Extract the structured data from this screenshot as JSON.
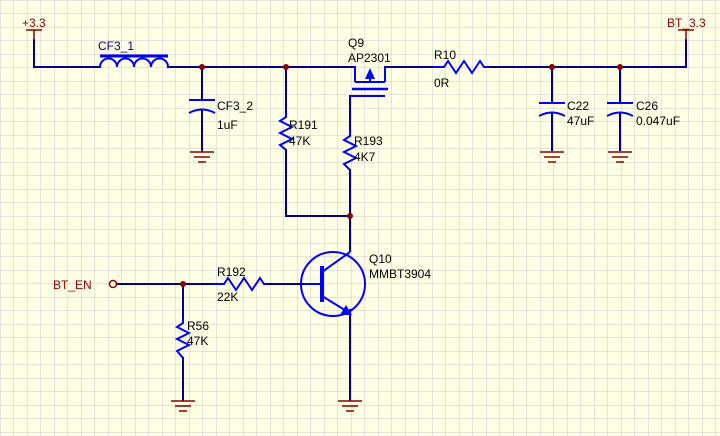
{
  "colors": {
    "background": "#ffffe6",
    "grid": "#c8c8c8",
    "wire": "#00008b",
    "component": "#0000ff",
    "label": "#8b0000",
    "junction": "#8b0000"
  },
  "nets": {
    "vin": "+3.3",
    "vout": "BT_3.3",
    "enable": "BT_EN"
  },
  "components": {
    "cf3_1": {
      "ref": "CF3_1"
    },
    "cf3_2": {
      "ref": "CF3_2",
      "value": "1uF"
    },
    "q9": {
      "ref": "Q9",
      "value": "AP2301"
    },
    "r10": {
      "ref": "R10",
      "value": "0R"
    },
    "c22": {
      "ref": "C22",
      "value": "47uF"
    },
    "c26": {
      "ref": "C26",
      "value": "0.047uF"
    },
    "r191": {
      "ref": "R191",
      "value": "47K"
    },
    "r193": {
      "ref": "R193",
      "value": "4K7"
    },
    "q10": {
      "ref": "Q10",
      "value": "MMBT3904"
    },
    "r192": {
      "ref": "R192",
      "value": "22K"
    },
    "r56": {
      "ref": "R56",
      "value": "47K"
    }
  }
}
